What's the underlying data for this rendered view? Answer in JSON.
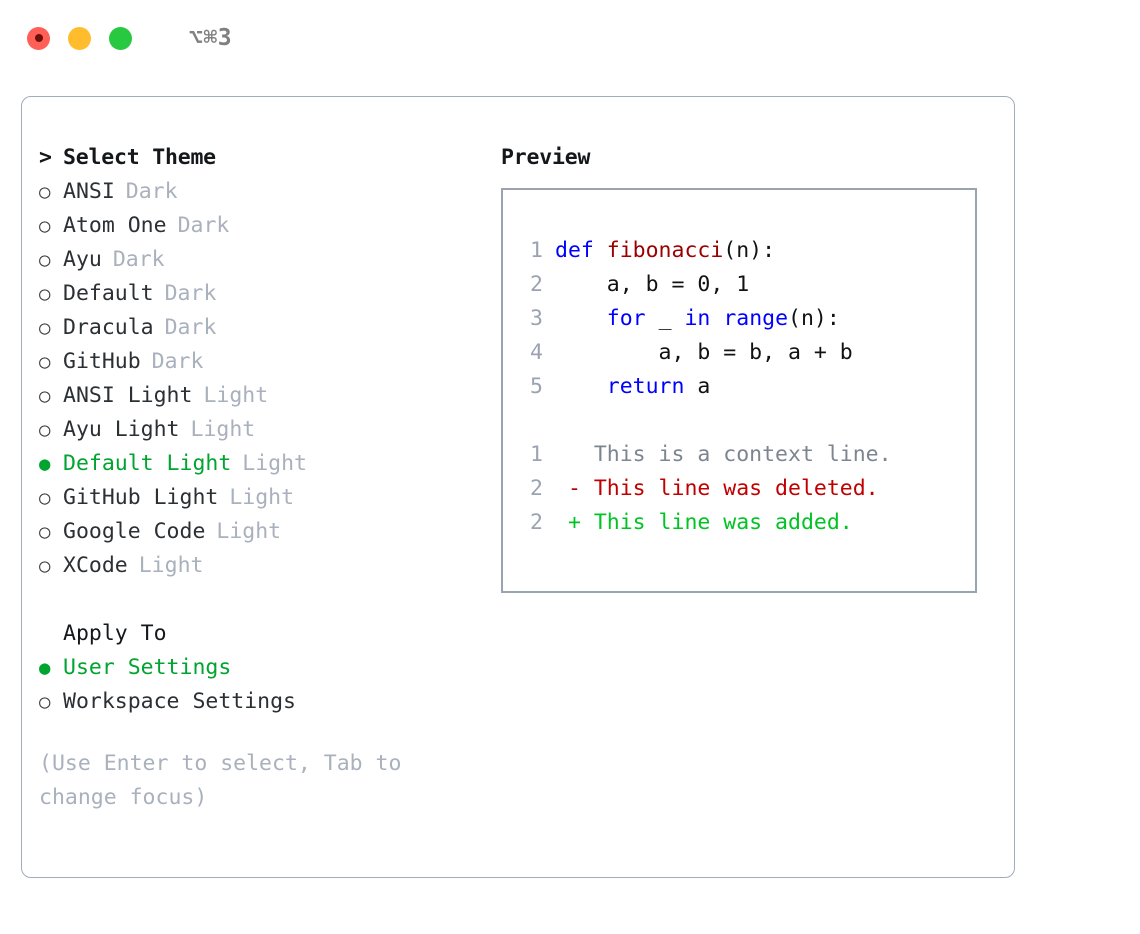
{
  "titlebar": {
    "shortcut": "⌥⌘3",
    "buttons": [
      {
        "name": "close",
        "color": "#ff5f57"
      },
      {
        "name": "minimize",
        "color": "#ffbd2e"
      },
      {
        "name": "maximize",
        "color": "#28c840"
      }
    ]
  },
  "theme_picker": {
    "header": {
      "marker": ">",
      "label": "Select Theme"
    },
    "items": [
      {
        "marker": "○",
        "name": "ANSI",
        "tag": "Dark",
        "selected": false
      },
      {
        "marker": "○",
        "name": "Atom One",
        "tag": "Dark",
        "selected": false
      },
      {
        "marker": "○",
        "name": "Ayu",
        "tag": "Dark",
        "selected": false
      },
      {
        "marker": "○",
        "name": "Default",
        "tag": "Dark",
        "selected": false
      },
      {
        "marker": "○",
        "name": "Dracula",
        "tag": "Dark",
        "selected": false
      },
      {
        "marker": "○",
        "name": "GitHub",
        "tag": "Dark",
        "selected": false
      },
      {
        "marker": "○",
        "name": "ANSI Light",
        "tag": "Light",
        "selected": false
      },
      {
        "marker": "○",
        "name": "Ayu Light",
        "tag": "Light",
        "selected": false
      },
      {
        "marker": "●",
        "name": "Default Light",
        "tag": "Light",
        "selected": true
      },
      {
        "marker": "○",
        "name": "GitHub Light",
        "tag": "Light",
        "selected": false
      },
      {
        "marker": "○",
        "name": "Google Code",
        "tag": "Light",
        "selected": false
      },
      {
        "marker": "○",
        "name": "XCode",
        "tag": "Light",
        "selected": false
      }
    ]
  },
  "apply_to": {
    "header": "Apply To",
    "options": [
      {
        "marker": "●",
        "label": "User Settings",
        "selected": true
      },
      {
        "marker": "○",
        "label": "Workspace Settings",
        "selected": false
      }
    ]
  },
  "hint": "(Use Enter to select, Tab to change focus)",
  "preview": {
    "title": "Preview",
    "code": [
      {
        "no": "1",
        "tokens": [
          {
            "t": "def ",
            "k": "kw"
          },
          {
            "t": "fibonacci",
            "k": "fn"
          },
          {
            "t": "(n):",
            "k": "plain"
          }
        ]
      },
      {
        "no": "2",
        "tokens": [
          {
            "t": "    a, b = 0, 1",
            "k": "plain"
          }
        ]
      },
      {
        "no": "3",
        "tokens": [
          {
            "t": "    ",
            "k": "plain"
          },
          {
            "t": "for",
            "k": "kw"
          },
          {
            "t": " _ ",
            "k": "plain"
          },
          {
            "t": "in",
            "k": "kw"
          },
          {
            "t": " ",
            "k": "plain"
          },
          {
            "t": "range",
            "k": "kw"
          },
          {
            "t": "(n):",
            "k": "plain"
          }
        ]
      },
      {
        "no": "4",
        "tokens": [
          {
            "t": "        a, b = b, a + b",
            "k": "plain"
          }
        ]
      },
      {
        "no": "5",
        "tokens": [
          {
            "t": "    ",
            "k": "plain"
          },
          {
            "t": "return",
            "k": "kw"
          },
          {
            "t": " a",
            "k": "plain"
          }
        ]
      }
    ],
    "diff": [
      {
        "no": "1",
        "sign": " ",
        "text": "This is a context line.",
        "kind": "ctx"
      },
      {
        "no": "2",
        "sign": "-",
        "text": "This line was deleted.",
        "kind": "del"
      },
      {
        "no": "2",
        "sign": "+",
        "text": "This line was added.",
        "kind": "add"
      }
    ]
  },
  "colors": {
    "accent_green": "#00a430",
    "muted": "#a9b1bd",
    "keyword_blue": "#0000ff",
    "function_red": "#9b0000",
    "diff_delete": "#c00000",
    "diff_add": "#00c424",
    "border": "#9aa3b2"
  }
}
